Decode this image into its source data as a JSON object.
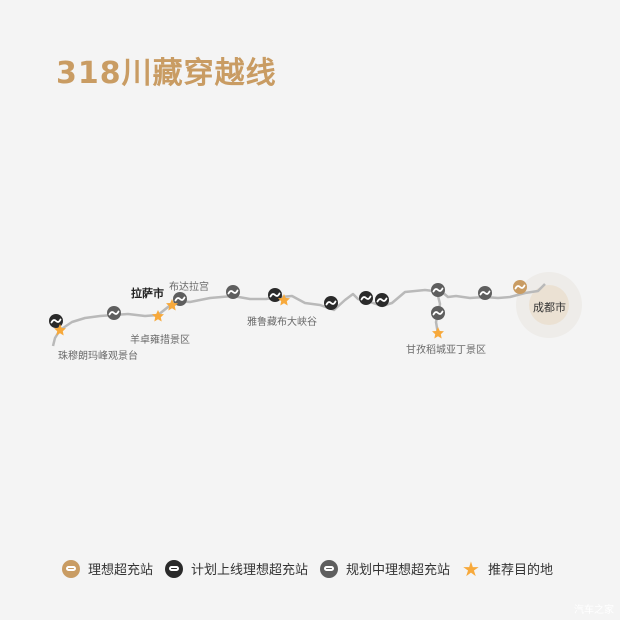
{
  "title": "318川藏穿越线",
  "colors": {
    "title": "#c99c63",
    "route": "#b9b9b9",
    "station_built": "#c99c63",
    "station_online_plan": "#2a2a2a",
    "station_planned": "#5e5e5e",
    "star": "#f7a93b"
  },
  "cities": {
    "lhasa": "拉萨市",
    "chengdu": "成都市"
  },
  "places": {
    "everest": "珠穆朗玛峰观景台",
    "yamdrok": "羊卓雍措景区",
    "potala": "布达拉宫",
    "yarlung": "雅鲁藏布大峡谷",
    "daocheng": "甘孜稻城亚丁景区"
  },
  "legend": [
    {
      "label": "理想超充站",
      "type": "built"
    },
    {
      "label": "计划上线理想超充站",
      "type": "online_plan"
    },
    {
      "label": "规划中理想超充站",
      "type": "planned"
    },
    {
      "label": "推荐目的地",
      "type": "star"
    }
  ],
  "watermark": "汽车之家"
}
